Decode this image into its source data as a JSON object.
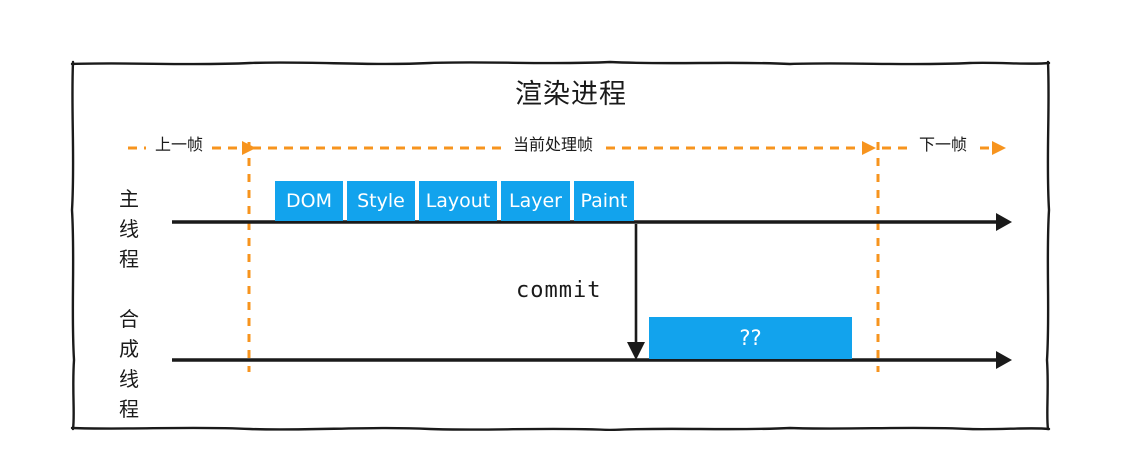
{
  "diagram": {
    "title": "渲染进程",
    "colors": {
      "accent_blue": "#12a3ed",
      "dashed_orange": "#f7941e",
      "line_black": "#1a1a1a",
      "background": "#ffffff"
    },
    "frame_bands": {
      "previous_frame": "上一帧",
      "current_frame": "当前处理帧",
      "next_frame": "下一帧"
    },
    "threads": [
      {
        "id": "main",
        "label": "主线程",
        "label_chars": "主\n线\n程"
      },
      {
        "id": "compositor",
        "label": "合成线程",
        "label_chars": "合\n成\n线\n程"
      }
    ],
    "pipeline_stages": [
      {
        "id": "dom",
        "label": "DOM"
      },
      {
        "id": "style",
        "label": "Style"
      },
      {
        "id": "layout",
        "label": "Layout"
      },
      {
        "id": "layer",
        "label": "Layer"
      },
      {
        "id": "paint",
        "label": "Paint"
      }
    ],
    "commit_arrow_label": "commit",
    "compositor_task_label": "??"
  }
}
